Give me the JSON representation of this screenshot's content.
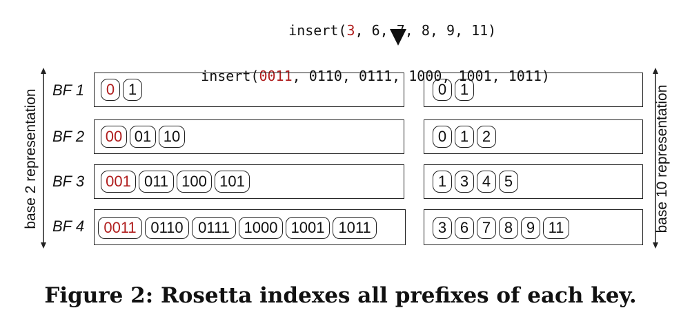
{
  "decimal_insert": {
    "prefix": "insert(",
    "highlighted": "3",
    "rest": ", 6, 7, 8, 9, 11)"
  },
  "binary_insert": {
    "prefix": "insert(",
    "highlighted": "0011",
    "rest": ", 0110, 0111, 1000, 1001, 1011)"
  },
  "left_axis_label": "base 2 representation",
  "right_axis_label": "base 10 representation",
  "filters": [
    {
      "label": "BF 1",
      "base2": [
        {
          "text": "0",
          "hl": true
        },
        {
          "text": "1",
          "hl": false
        }
      ],
      "base10": [
        {
          "text": "0",
          "hl": false
        },
        {
          "text": "1",
          "hl": false
        }
      ]
    },
    {
      "label": "BF 2",
      "base2": [
        {
          "text": "00",
          "hl": true
        },
        {
          "text": "01",
          "hl": false
        },
        {
          "text": "10",
          "hl": false
        }
      ],
      "base10": [
        {
          "text": "0",
          "hl": false
        },
        {
          "text": "1",
          "hl": false
        },
        {
          "text": "2",
          "hl": false
        }
      ]
    },
    {
      "label": "BF 3",
      "base2": [
        {
          "text": "001",
          "hl": true
        },
        {
          "text": "011",
          "hl": false
        },
        {
          "text": "100",
          "hl": false
        },
        {
          "text": "101",
          "hl": false
        }
      ],
      "base10": [
        {
          "text": "1",
          "hl": false
        },
        {
          "text": "3",
          "hl": false
        },
        {
          "text": "4",
          "hl": false
        },
        {
          "text": "5",
          "hl": false
        }
      ]
    },
    {
      "label": "BF 4",
      "base2": [
        {
          "text": "0011",
          "hl": true
        },
        {
          "text": "0110",
          "hl": false
        },
        {
          "text": "0111",
          "hl": false
        },
        {
          "text": "1000",
          "hl": false
        },
        {
          "text": "1001",
          "hl": false
        },
        {
          "text": "1011",
          "hl": false
        }
      ],
      "base10": [
        {
          "text": "3",
          "hl": false
        },
        {
          "text": "6",
          "hl": false
        },
        {
          "text": "7",
          "hl": false
        },
        {
          "text": "8",
          "hl": false
        },
        {
          "text": "9",
          "hl": false
        },
        {
          "text": "11",
          "hl": false
        }
      ]
    }
  ],
  "caption": "Figure 2: Rosetta indexes all prefixes of each key.",
  "colors": {
    "highlight": "#b01e1e",
    "ink": "#111111"
  }
}
